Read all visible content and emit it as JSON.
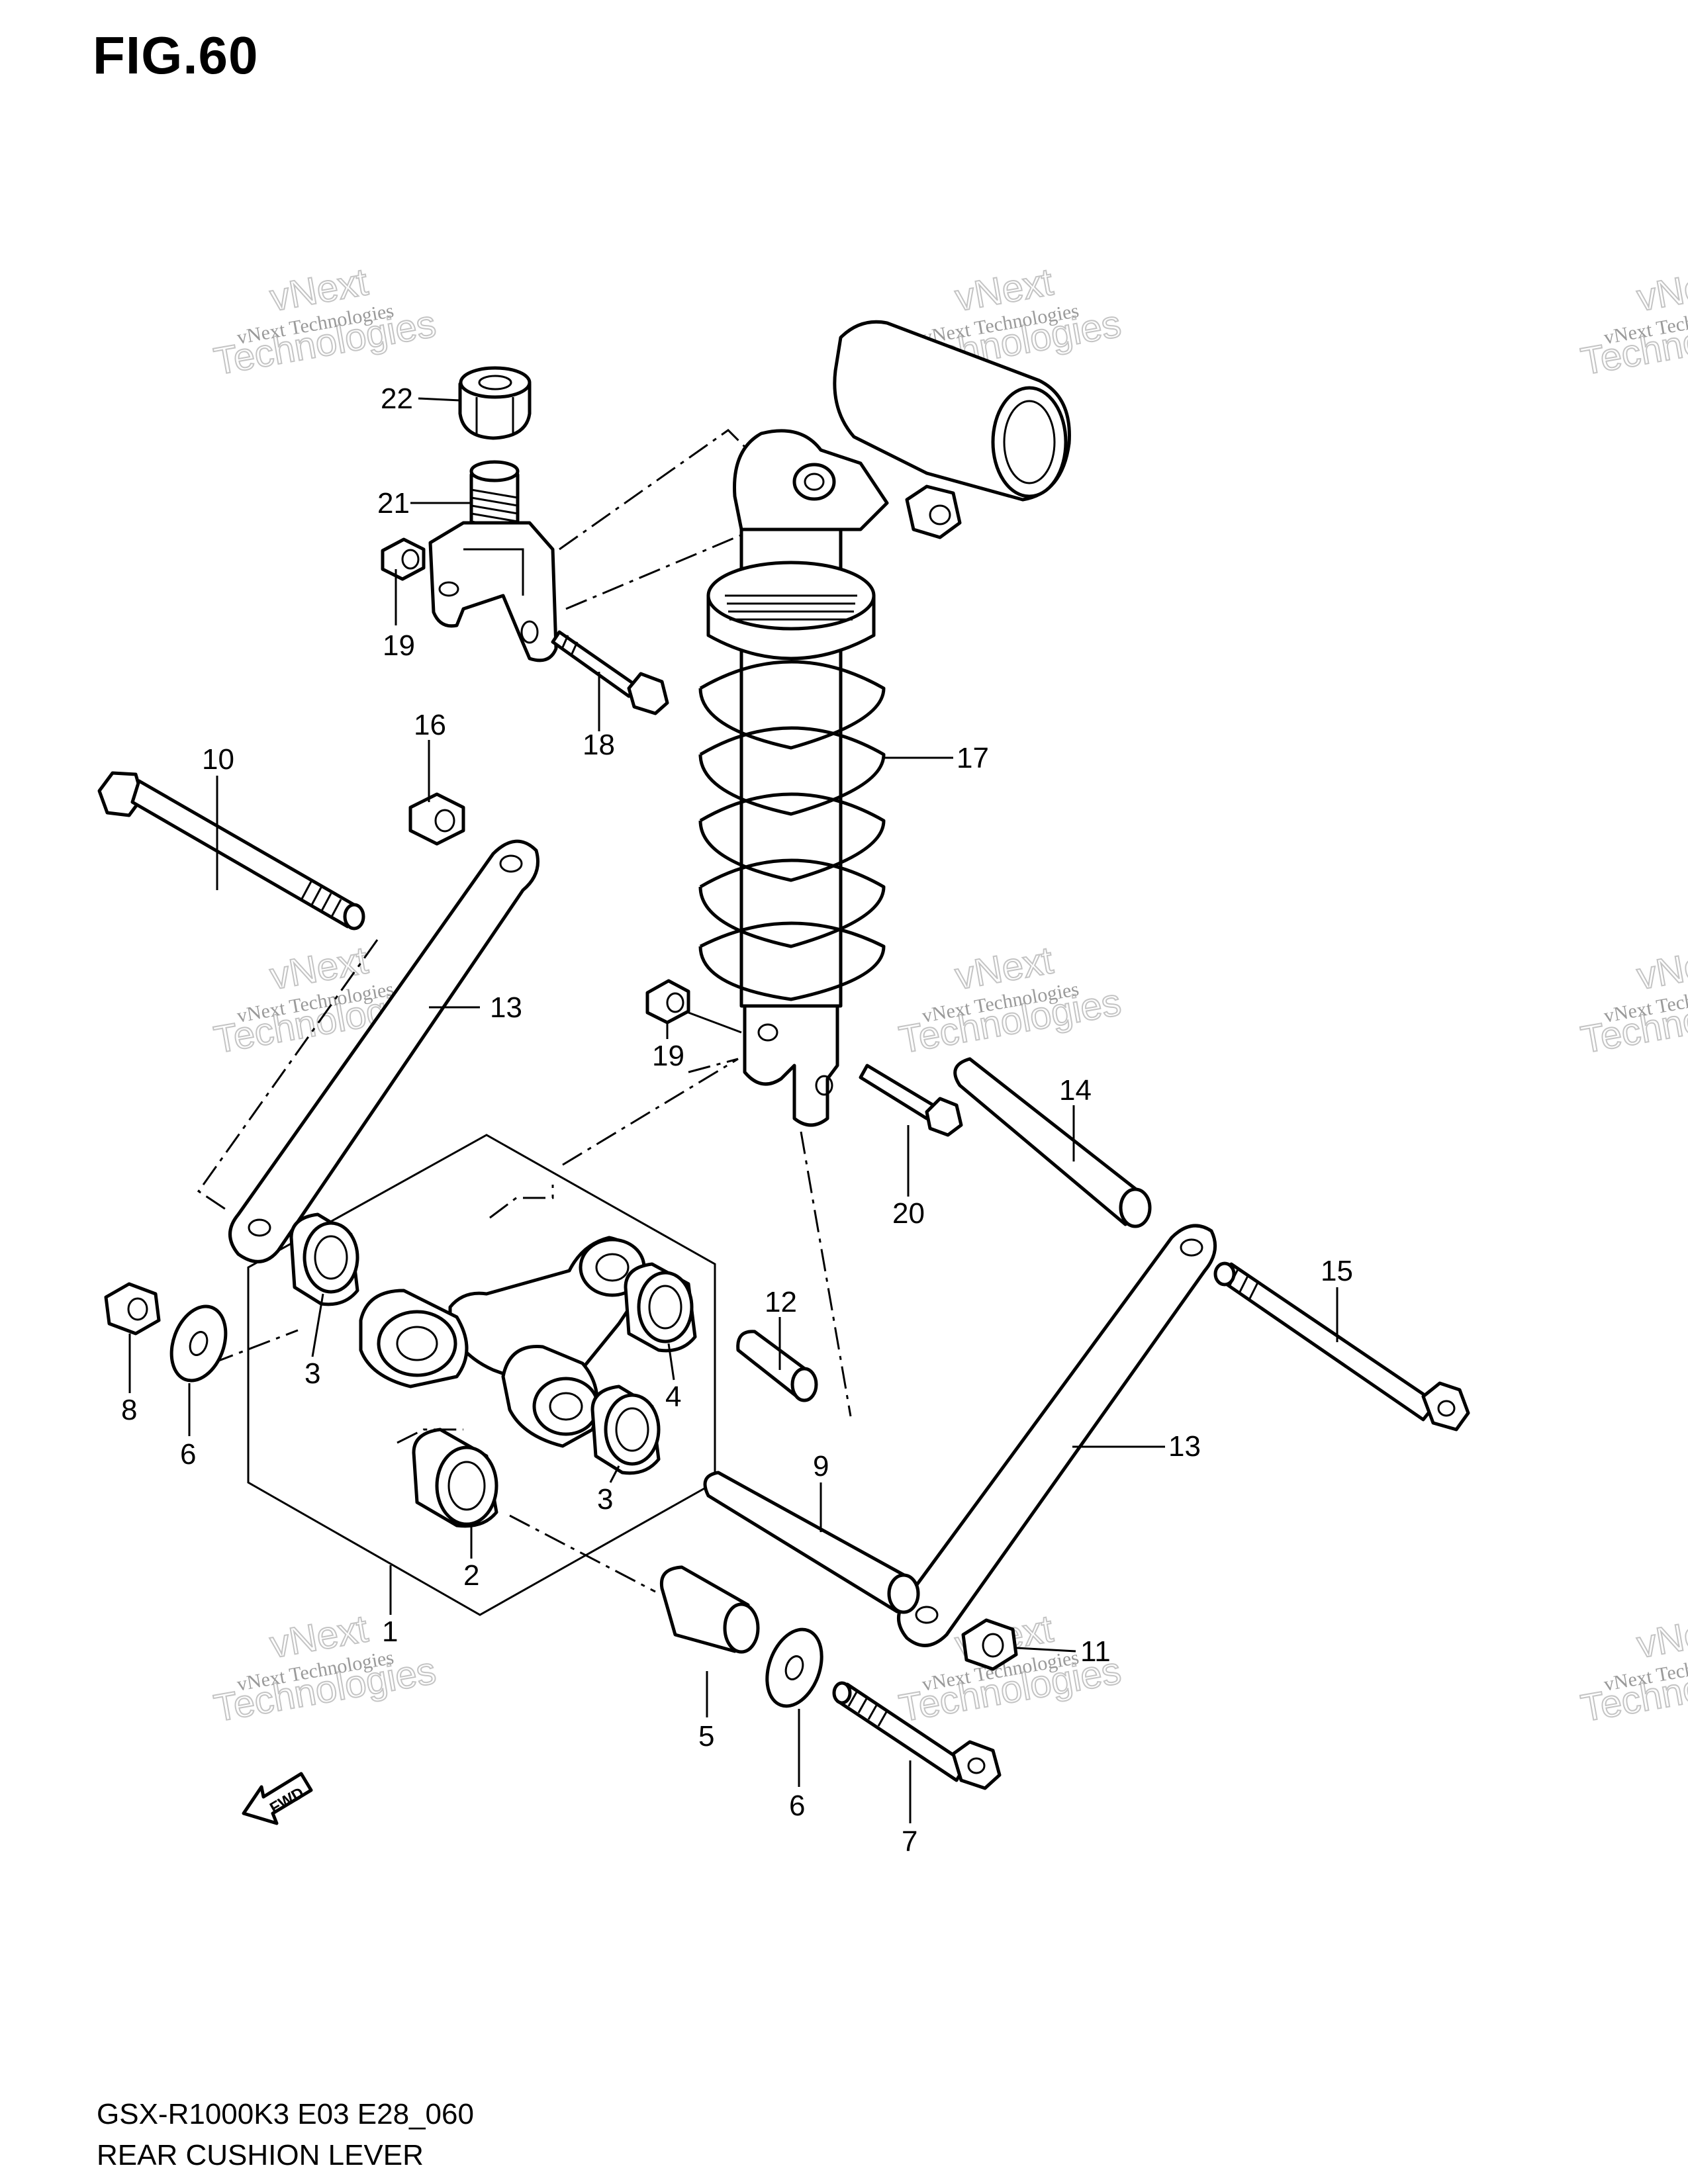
{
  "figure": {
    "title": "FIG.60",
    "model_code": "GSX-R1000K3 E03 E28_060",
    "section_name": "REAR CUSHION LEVER"
  },
  "watermark": {
    "line1": "vNext Technologies",
    "line2a": "vNext",
    "line2b": "Technologies"
  },
  "direction_badge": "FWD",
  "callouts": [
    "1",
    "2",
    "3",
    "3",
    "4",
    "5",
    "6",
    "6",
    "7",
    "8",
    "9",
    "10",
    "11",
    "12",
    "13",
    "13",
    "14",
    "15",
    "16",
    "17",
    "18",
    "19",
    "19",
    "20",
    "21",
    "22"
  ]
}
